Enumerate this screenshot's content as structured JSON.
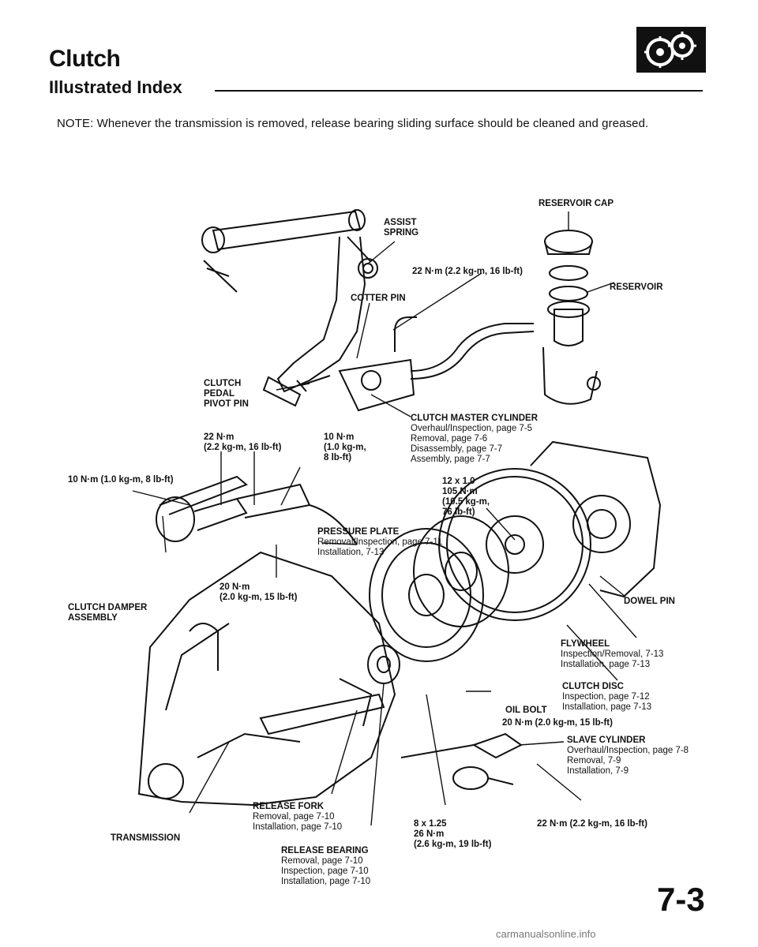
{
  "header": {
    "title": "Clutch",
    "subtitle": "Illustrated Index"
  },
  "note": "NOTE:  Whenever the transmission is removed, release bearing sliding surface should be cleaned and greased.",
  "labels": {
    "reservoir_cap": "RESERVOIR CAP",
    "assist_spring": "ASSIST\nSPRING",
    "torque_22_top": "22 N·m (2.2 kg-m, 16 lb-ft)",
    "reservoir": "RESERVOIR",
    "cotter_pin": "COTTER PIN",
    "clutch_pedal_pivot_pin": "CLUTCH\nPEDAL\nPIVOT PIN",
    "master_cylinder_title": "CLUTCH MASTER CYLINDER",
    "master_cylinder_detail": "Overhaul/Inspection, page 7-5\nRemoval, page 7-6\nDisassembly, page 7-7\nAssembly, page 7-7",
    "torque_22_left": "22 N·m\n(2.2 kg-m, 16 lb-ft)",
    "torque_10_mid": "10 N·m\n(1.0 kg-m,\n8 lb-ft)",
    "torque_10_left": "10 N·m (1.0 kg-m, 8 lb-ft)",
    "torque_105": "12 x 1.0\n105 N·m\n(10.5 kg-m,\n76 lb-ft)",
    "pressure_plate_title": "PRESSURE PLATE",
    "pressure_plate_detail": "Removal/Inspection, page 7-11\nInstallation, 7-13",
    "torque_20_mid": "20 N·m\n(2.0 kg-m, 15 lb-ft)",
    "clutch_damper": "CLUTCH DAMPER\nASSEMBLY",
    "dowel_pin": "DOWEL PIN",
    "flywheel_title": "FLYWHEEL",
    "flywheel_detail": "Inspection/Removal, 7-13\nInstallation, page 7-13",
    "clutch_disc_title": "CLUTCH DISC",
    "clutch_disc_detail": "Inspection, page 7-12\nInstallation, page 7-13",
    "oil_bolt": "OIL BOLT",
    "torque_20_oil": "20 N·m (2.0 kg-m, 15 lb-ft)",
    "slave_cylinder_title": "SLAVE CYLINDER",
    "slave_cylinder_detail": "Overhaul/Inspection, page 7-8\nRemoval, 7-9\nInstallation, 7-9",
    "release_fork_title": "RELEASE FORK",
    "release_fork_detail": "Removal, page 7-10\nInstallation, page 7-10",
    "transmission": "TRANSMISSION",
    "torque_26": "8 x 1.25\n26 N·m\n(2.6 kg-m, 19 lb-ft)",
    "torque_22_bottom": "22 N·m (2.2 kg-m, 16 lb-ft)",
    "release_bearing_title": "RELEASE BEARING",
    "release_bearing_detail": "Removal, page 7-10\nInspection, page 7-10\nInstallation, page 7-10"
  },
  "page_number": "7-3",
  "watermark": "carmanualsonline.info"
}
